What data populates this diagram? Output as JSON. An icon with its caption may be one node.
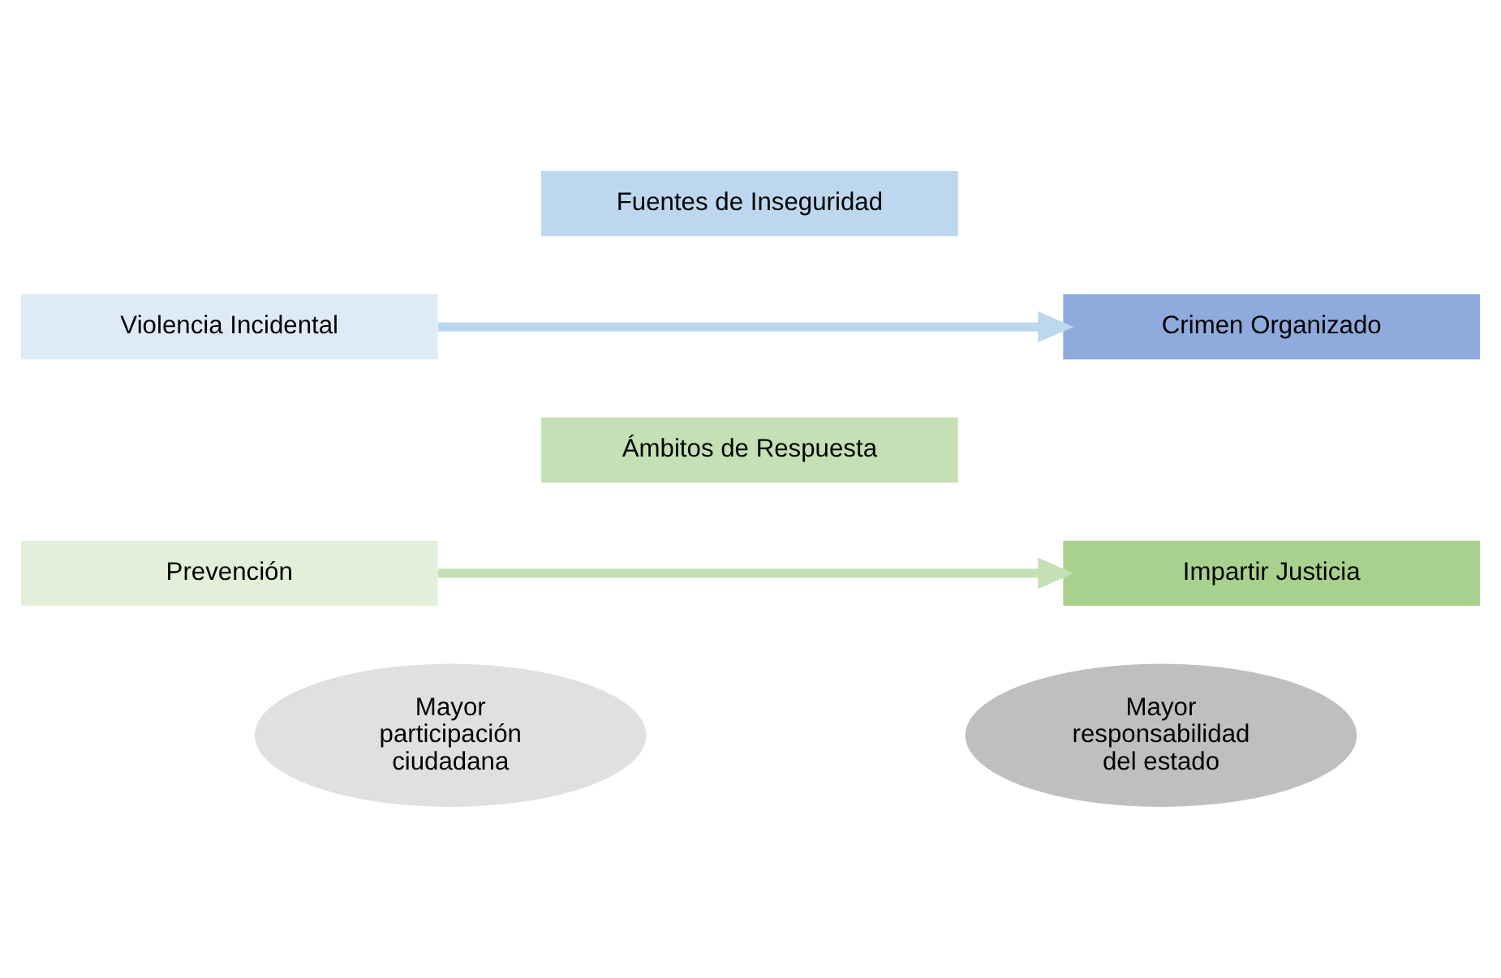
{
  "diagram": {
    "nodes": [
      {
        "text": [
          "Fuentes de Inseguridad"
        ]
      },
      {
        "text": [
          "Violencia Incidental"
        ]
      },
      {
        "text": [
          "Crimen Organizado"
        ]
      },
      {
        "text": [
          "Ámbitos de Respuesta"
        ]
      },
      {
        "text": [
          "Prevención"
        ]
      },
      {
        "text": [
          "Impartir Justicia"
        ]
      },
      {
        "text": [
          "Mayor participación ciudadana"
        ]
      },
      {
        "text": [
          "Mayor responsabilidad del estado"
        ]
      }
    ],
    "edges": [
      {
        "from": 1,
        "to": 2,
        "arrow": "to",
        "color": "#bdd7ee"
      },
      {
        "from": 4,
        "to": 5,
        "arrow": "to",
        "color": "#c5e0b4"
      }
    ]
  }
}
